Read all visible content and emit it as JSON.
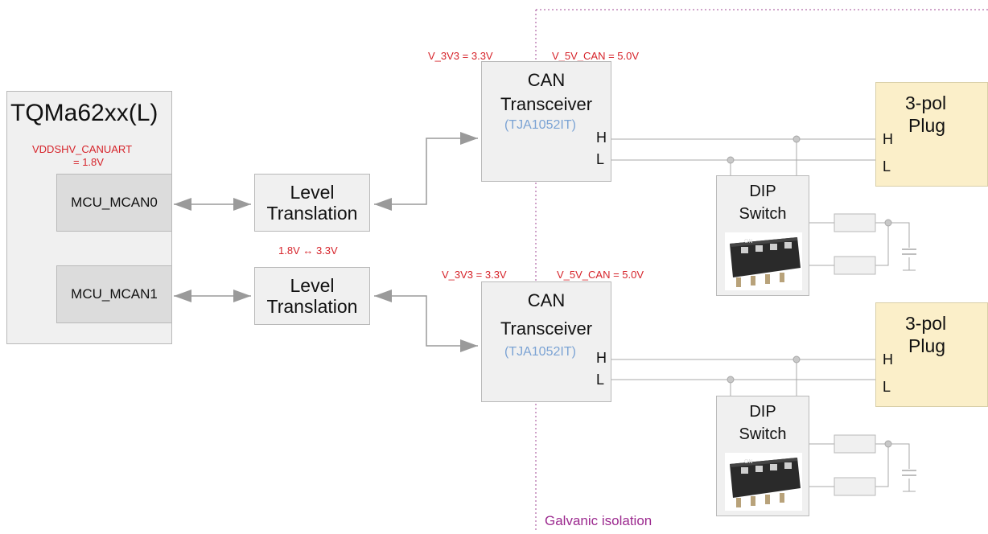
{
  "module": {
    "title": "TQMa62xx(L)",
    "voltage_line1": "VDDSHV_CANUART",
    "voltage_line2": "= 1.8V",
    "ports": [
      "MCU_MCAN0",
      "MCU_MCAN1"
    ]
  },
  "level_translation": {
    "line1": "Level",
    "line2": "Translation",
    "voltage_note": "1.8V ↔ 3.3V"
  },
  "transceivers": [
    {
      "v3": "V_3V3 = 3.3V",
      "v5": "V_5V_CAN = 5.0V",
      "line1": "CAN",
      "line2": "Transceiver",
      "part": "(TJA1052IT)",
      "pin_h": "H",
      "pin_l": "L"
    },
    {
      "v3": "V_3V3 = 3.3V",
      "v5": "V_5V_CAN = 5.0V",
      "line1": "CAN",
      "line2": "Transceiver",
      "part": "(TJA1052IT)",
      "pin_h": "H",
      "pin_l": "L"
    }
  ],
  "plugs": [
    {
      "line1": "3-pol",
      "line2": "Plug",
      "pin_h": "H",
      "pin_l": "L"
    },
    {
      "line1": "3-pol",
      "line2": "Plug",
      "pin_h": "H",
      "pin_l": "L"
    }
  ],
  "dip_switch": {
    "line1": "DIP",
    "line2": "Switch",
    "image_label": "ON"
  },
  "isolation_label": "Galvanic isolation",
  "colors": {
    "voltage_text": "#d6232a",
    "part_number": "#7ba3d4",
    "isolation": "#9c2a8f",
    "plug_fill": "#fbefc9",
    "block_fill": "#f0f0f0",
    "port_fill": "#dcdcdc"
  }
}
